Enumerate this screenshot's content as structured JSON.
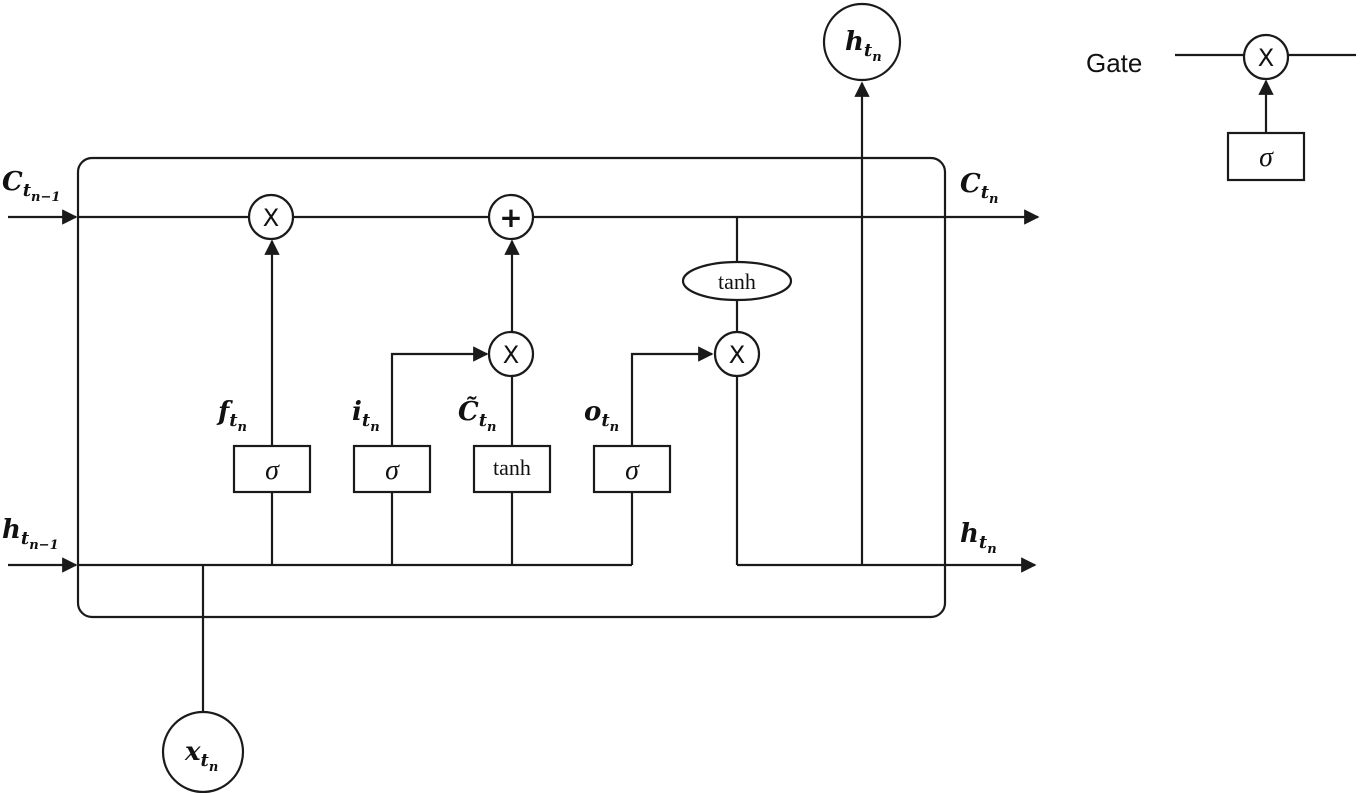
{
  "operators": {
    "multiply": "X",
    "add": "+"
  },
  "functions": {
    "sigmoid": "σ",
    "tanh": "tanh"
  },
  "legend": {
    "label": "Gate",
    "operator": "X",
    "function": "σ"
  },
  "variables": {
    "c_prev": {
      "base": "C",
      "sub": "t",
      "sub2": "n−1"
    },
    "c_next": {
      "base": "C",
      "sub": "t",
      "sub2": "n"
    },
    "h_prev": {
      "base": "h",
      "sub": "t",
      "sub2": "n−1"
    },
    "h_next": {
      "base": "h",
      "sub": "t",
      "sub2": "n"
    },
    "h_out": {
      "base": "h",
      "sub": "t",
      "sub2": "n"
    },
    "x_in": {
      "base": "x",
      "sub": "t",
      "sub2": "n"
    },
    "forget": {
      "base": "f",
      "sub": "t",
      "sub2": "n"
    },
    "input": {
      "base": "i",
      "sub": "t",
      "sub2": "n"
    },
    "cand": {
      "base": "C̃",
      "sub": "t",
      "sub2": "n"
    },
    "output": {
      "base": "o",
      "sub": "t",
      "sub2": "n"
    }
  }
}
